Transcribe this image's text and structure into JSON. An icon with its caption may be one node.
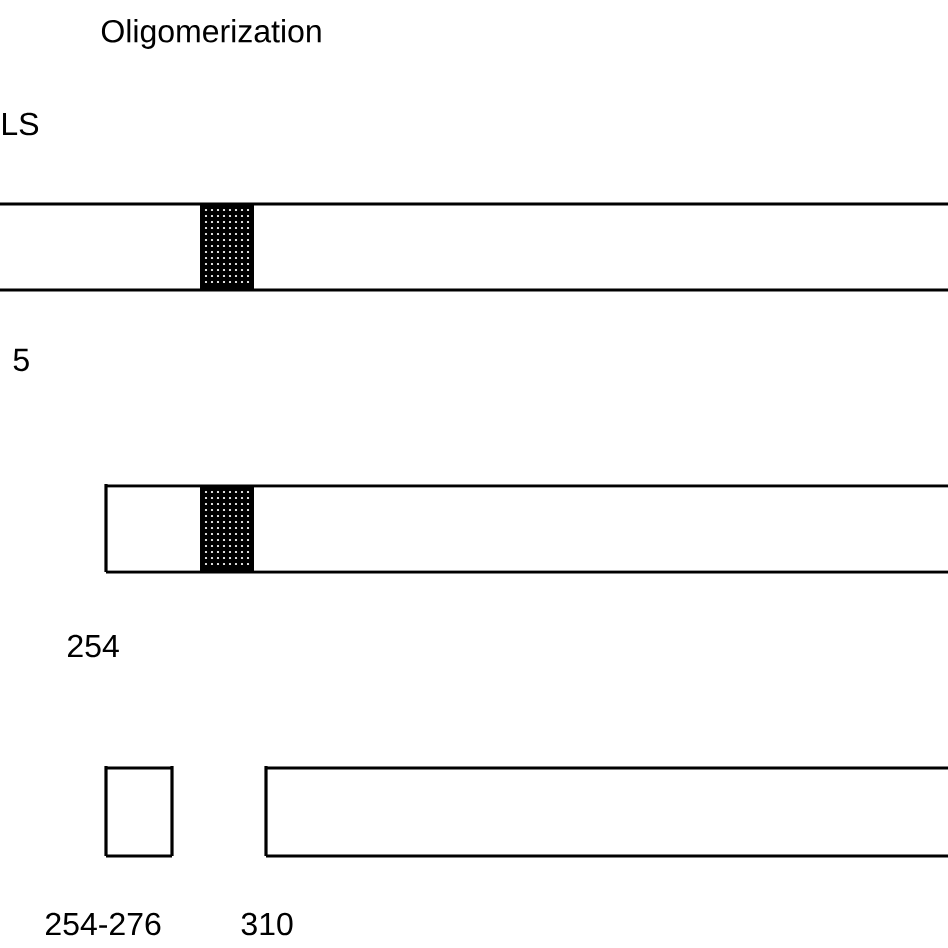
{
  "diagram": {
    "nodes": [
      {
        "text": [],
        "shape": "bar"
      },
      {
        "text": [],
        "shape": "box",
        "in": 0
      },
      {
        "text": [],
        "shape": "bar"
      },
      {
        "text": [],
        "shape": "box",
        "in": 2
      },
      {
        "text": [],
        "shape": "box"
      },
      {
        "text": [],
        "shape": "bar"
      }
    ],
    "labels": [
      "Oligomerization",
      "LS",
      "5",
      "254",
      "254-276",
      "310"
    ]
  }
}
